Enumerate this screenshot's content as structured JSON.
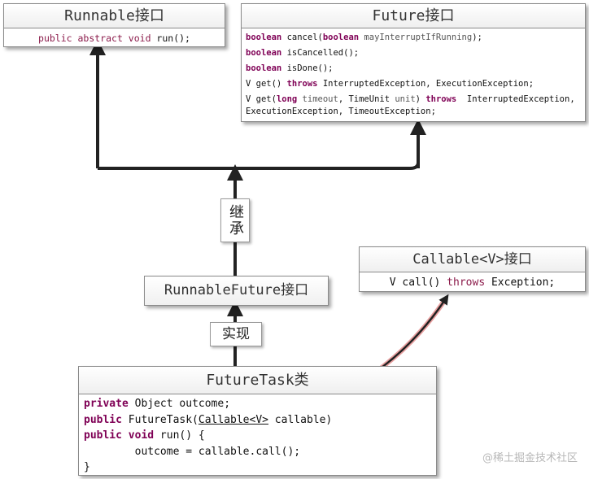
{
  "runnable": {
    "title": "Runnable接口",
    "method": {
      "mods": "public abstract void",
      "rest": " run();"
    }
  },
  "future": {
    "title": "Future接口",
    "lines": [
      {
        "kw": "boolean",
        "text": " cancel(",
        "kw_b": "boolean",
        "param": " mayInterruptIfRunning",
        "tail": ");"
      },
      {
        "kw": "boolean",
        "text": " isCancelled();"
      },
      {
        "kw": "boolean",
        "text": " isDone();"
      },
      {
        "pre": "V get() ",
        "kw": "throws",
        "text": " InterruptedException, ExecutionException;"
      },
      {
        "pre": "V get(",
        "kw": "long",
        "param": " timeout",
        "mid": ", TimeUnit ",
        "param2": "unit",
        "mid2": ") ",
        "kw_c": "throws",
        "text": "  InterruptedException,",
        "cont": "ExecutionException, TimeoutException;"
      }
    ]
  },
  "runnable_future": {
    "title": "RunnableFuture接口"
  },
  "callable": {
    "title": "Callable<V>接口",
    "method": {
      "pre": "V call() ",
      "kw": "throws",
      "rest": " Exception;"
    }
  },
  "future_task": {
    "title": "FutureTask类",
    "code": {
      "l1_kw": "private",
      "l1": " Object outcome;",
      "l2_kw": "public",
      "l2a": " FutureTask(",
      "l2b": "Callable<V>",
      "l2c": " callable)",
      "l3_kw": "public void",
      "l3": " run() {",
      "l4": "        outcome = callable.call();",
      "l5": "}"
    }
  },
  "labels": {
    "inherit": "继承",
    "implement": "实现"
  },
  "watermark": "@稀土掘金技术社区",
  "colors": {
    "keyword": "#7f0055",
    "arrow": "#222222",
    "callable_arrow": "#c0392b"
  }
}
